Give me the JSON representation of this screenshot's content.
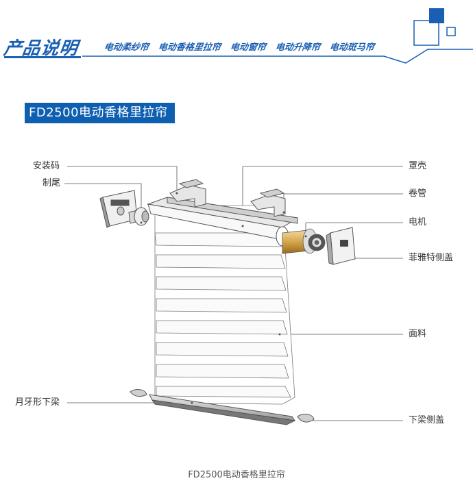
{
  "header": {
    "title": "产品说明",
    "nav": [
      "电动柔纱帘",
      "电动香格里拉帘",
      "电动窗帘",
      "电动升降帘",
      "电动斑马帘"
    ],
    "accent_color": "#1a5fb4"
  },
  "product_tag": "FD2500电动香格里拉帘",
  "labels": {
    "mount_bracket": "安装码",
    "tail_stop": "制尾",
    "cover": "罩壳",
    "roller_tube": "卷管",
    "motor": "电机",
    "side_cover": "菲雅特侧盖",
    "fabric": "面料",
    "bottom_rail": "月牙形下梁",
    "rail_side_cover": "下梁侧盖"
  },
  "caption": "FD2500电动香格里拉帘"
}
